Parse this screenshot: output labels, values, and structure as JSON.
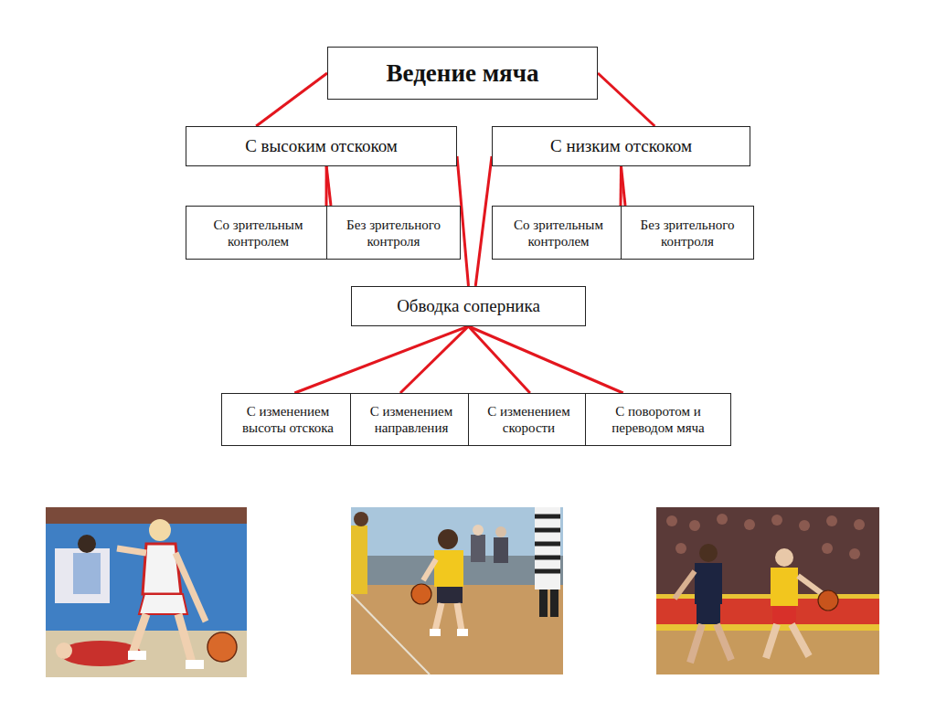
{
  "diagram": {
    "nodes": [
      {
        "text": [
          "Ведение мяча"
        ]
      },
      {
        "text": [
          "С высоким отскоком"
        ]
      },
      {
        "text": [
          "С низким отскоком"
        ]
      },
      {
        "text": [
          "Со зрительным контролем"
        ]
      },
      {
        "text": [
          "Без зрительного контроля"
        ]
      },
      {
        "text": [
          "Со зрительным контролем"
        ]
      },
      {
        "text": [
          "Без зрительного контроля"
        ]
      },
      {
        "text": [
          "Обводка соперника"
        ]
      },
      {
        "text": [
          "С изменением высоты отскока"
        ]
      },
      {
        "text": [
          "С изменением направления"
        ]
      },
      {
        "text": [
          "С изменением скорости"
        ]
      },
      {
        "text": [
          "С поворотом и переводом мяча"
        ]
      }
    ],
    "edges": [
      {
        "from": 0,
        "to": 1,
        "arrow": "none"
      },
      {
        "from": 0,
        "to": 2,
        "arrow": "none"
      },
      {
        "from": 1,
        "to": 3,
        "arrow": "none"
      },
      {
        "from": 1,
        "to": 4,
        "arrow": "none"
      },
      {
        "from": 2,
        "to": 5,
        "arrow": "none"
      },
      {
        "from": 2,
        "to": 6,
        "arrow": "none"
      },
      {
        "from": 1,
        "to": 7,
        "arrow": "none"
      },
      {
        "from": 2,
        "to": 7,
        "arrow": "none"
      },
      {
        "from": 7,
        "to": 8,
        "arrow": "none"
      },
      {
        "from": 7,
        "to": 9,
        "arrow": "none"
      },
      {
        "from": 7,
        "to": 10,
        "arrow": "none"
      },
      {
        "from": 7,
        "to": 11,
        "arrow": "none"
      }
    ]
  }
}
